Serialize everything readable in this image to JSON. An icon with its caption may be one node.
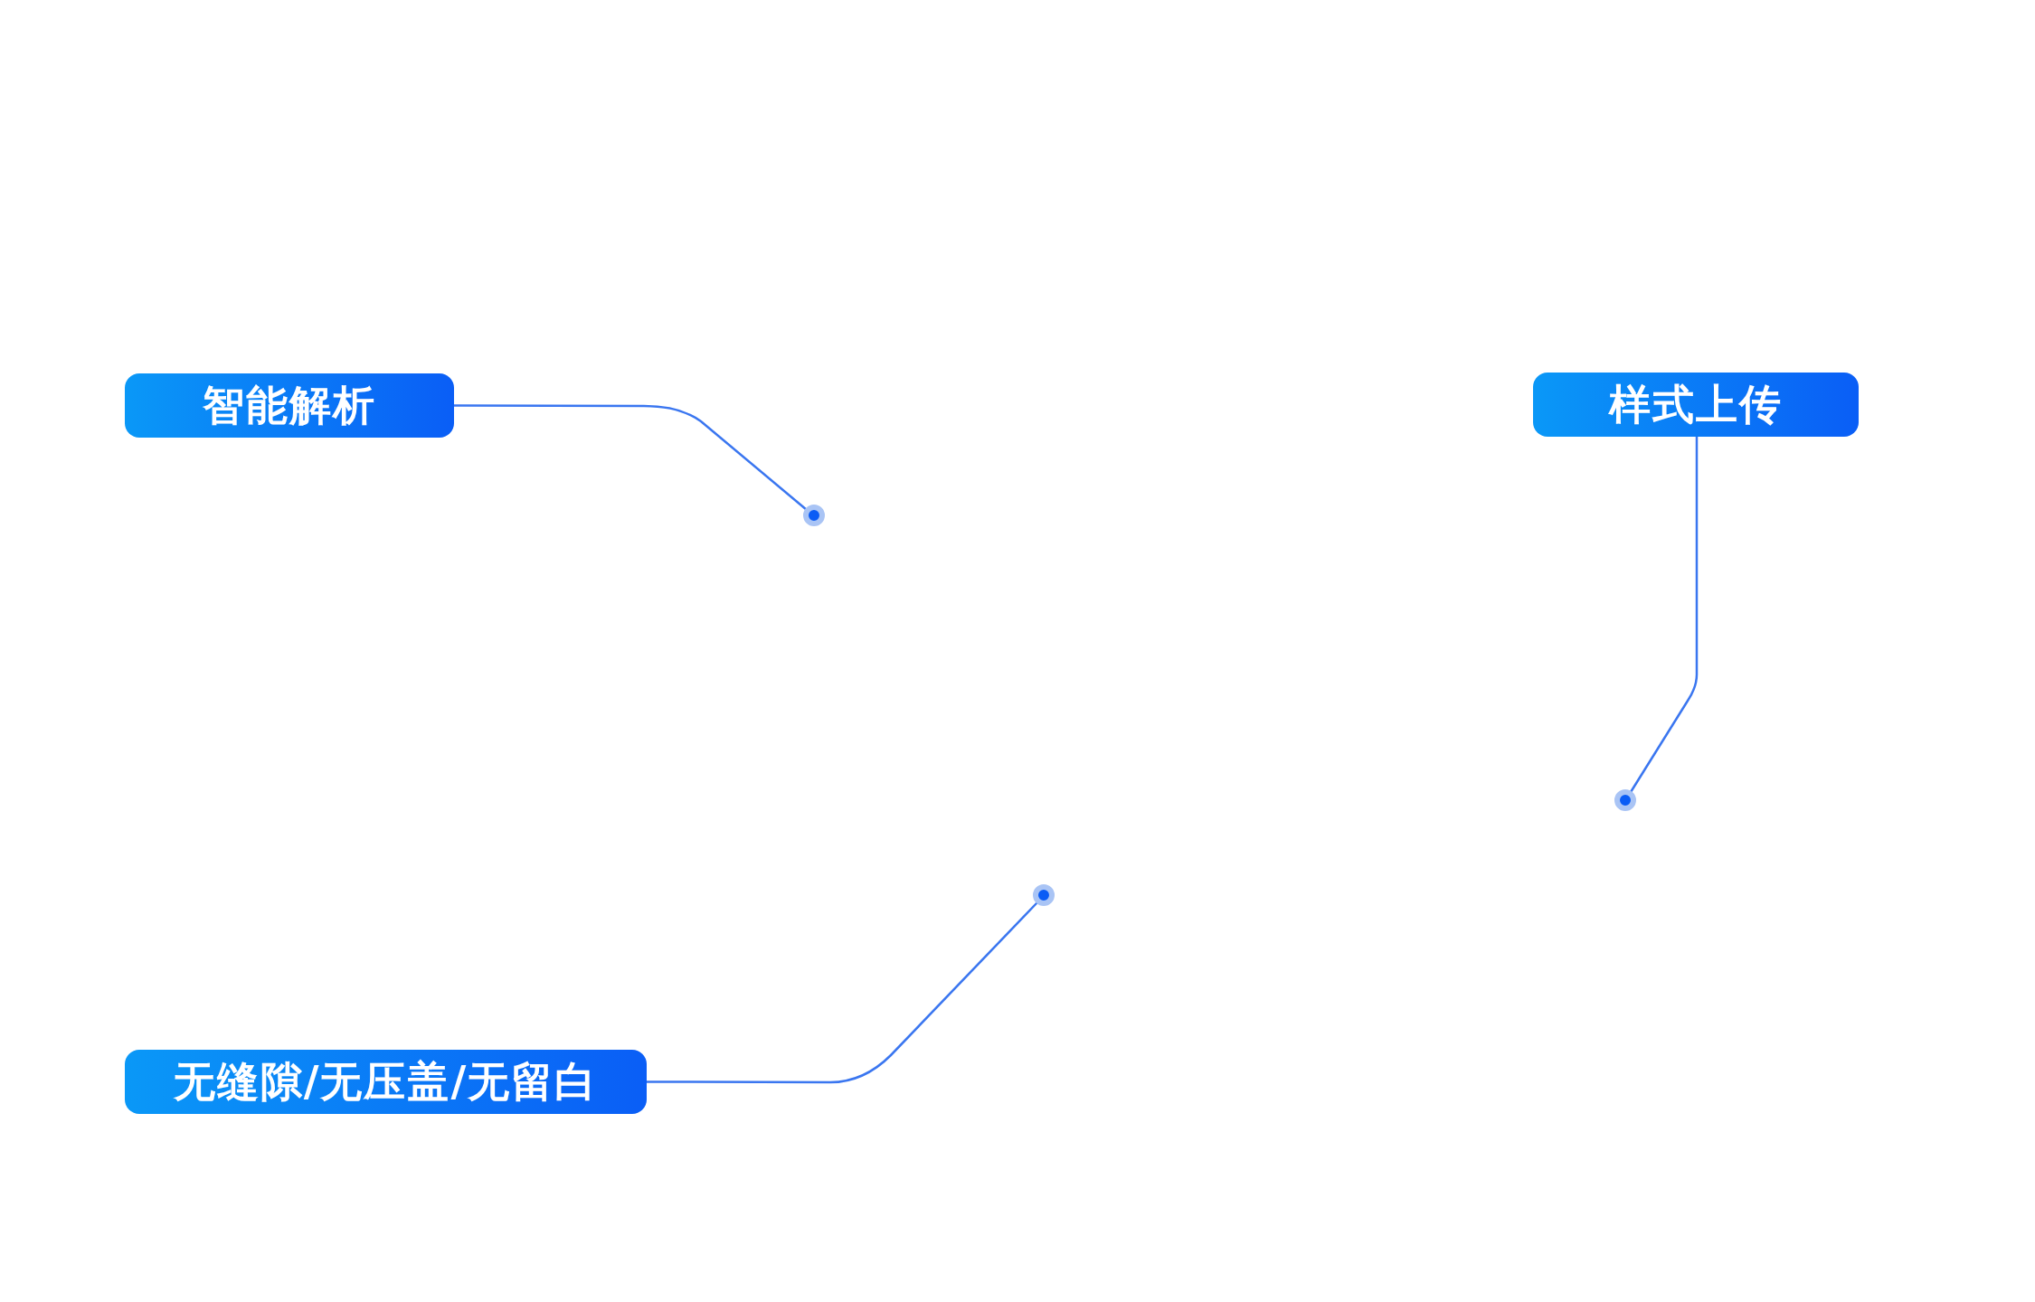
{
  "diagram": {
    "nodes": [
      {
        "text": [
          "智能解析"
        ]
      },
      {
        "text": [
          "样式上传"
        ]
      },
      {
        "text": [],
        "shape": "circle"
      },
      {
        "text": [],
        "shape": "circle"
      },
      {
        "text": [],
        "shape": "circle"
      },
      {
        "text": [
          "无缝隙/无压盖/无留白"
        ]
      }
    ],
    "edges": [
      {
        "from": 0,
        "to": 2,
        "arrow": "none"
      },
      {
        "from": 1,
        "to": 3,
        "arrow": "none"
      },
      {
        "from": 5,
        "to": 4,
        "arrow": "none"
      }
    ]
  }
}
